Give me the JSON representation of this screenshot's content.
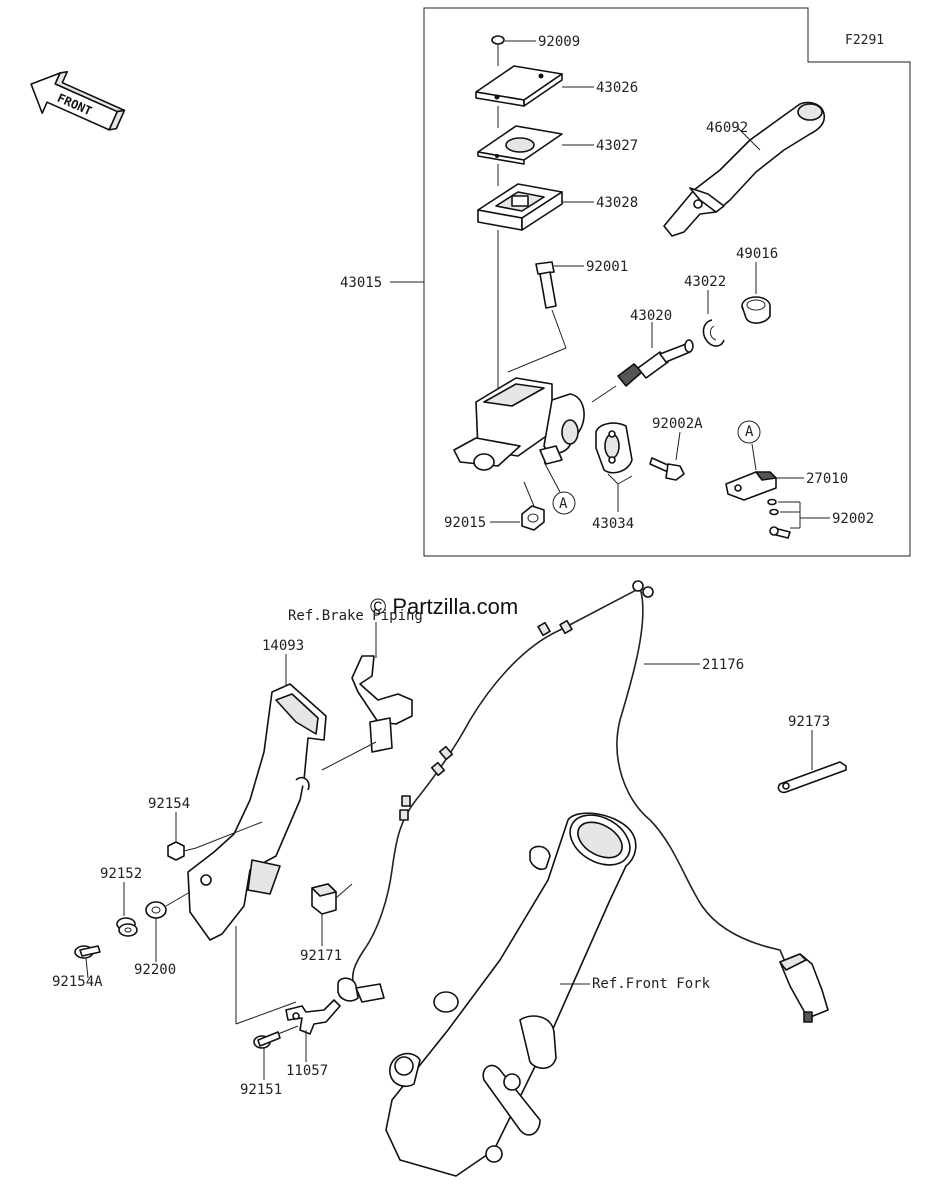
{
  "figure_code": "F2291",
  "watermark": "© Partzilla.com",
  "front_label": "FRONT",
  "ref_labels": {
    "brake_piping": "Ref.Brake Piping",
    "front_fork": "Ref.Front Fork"
  },
  "callout_markers": {
    "a1": "A",
    "a2": "A"
  },
  "parts": {
    "p92009": "92009",
    "p43026": "43026",
    "p43027": "43027",
    "p43028": "43028",
    "p46092": "46092",
    "p43015": "43015",
    "p92001": "92001",
    "p43022": "43022",
    "p49016": "49016",
    "p43020": "43020",
    "p92002A": "92002A",
    "p27010": "27010",
    "p92015": "92015",
    "p43034": "43034",
    "p92002": "92002",
    "p14093": "14093",
    "p21176": "21176",
    "p92173": "92173",
    "p92154": "92154",
    "p92152": "92152",
    "p92200": "92200",
    "p92154A": "92154A",
    "p92171": "92171",
    "p92151": "92151",
    "p11057": "11057"
  }
}
